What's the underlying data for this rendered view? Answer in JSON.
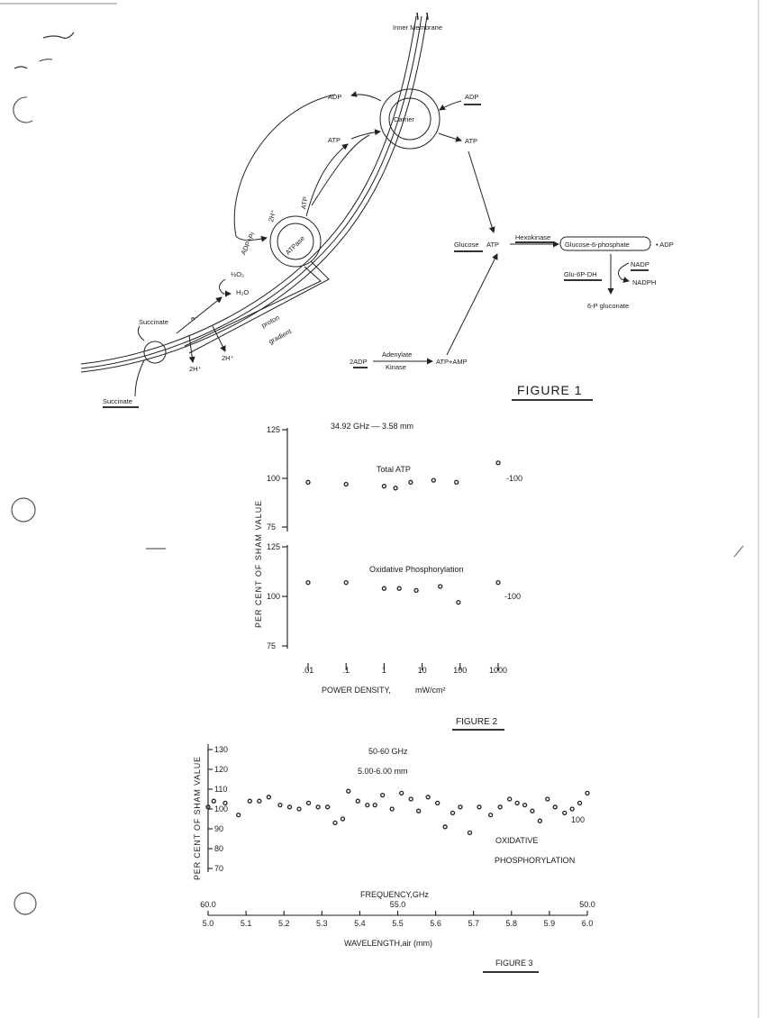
{
  "figure1": {
    "caption": "FIGURE 1",
    "labels": {
      "inner_membrane": "Inner Membrane",
      "carrier": "Carrier",
      "adp_out": "ADP",
      "adp_in": "ADP",
      "atp_left": "ATP",
      "atp_right": "ATP",
      "atpase": "ATPase",
      "atp_vertical": "ATP",
      "two_h_plus_top": "2H⁺",
      "adp_pi": "ADP+Pi",
      "half_o2": "½O₂",
      "h2o": "H₂O",
      "succinate_top": "Succinate",
      "succinate_bottom": "Succinate",
      "electron": "e⁻",
      "two_h_plus_a": "2H⁺",
      "two_h_plus_b": "2H⁺",
      "proton": "proton",
      "gradient": "gradient",
      "glucose": "Glucose",
      "glucose_atp": "ATP",
      "hexokinase": "Hexokinase",
      "glucose6p": "Glucose-6-phosphate",
      "adp_product": "• ADP",
      "nadp": "NADP",
      "nadph": "NADPH",
      "g6pdh": "Glu-6P-DH",
      "gluconate": "6-P gluconate",
      "two_adp": "2ADP",
      "adenylate": "Adenylate",
      "kinase": "Kinase",
      "atp_amp": "ATP+AMP"
    }
  },
  "figure2": {
    "caption": "FIGURE 2",
    "header": "34.92 GHz — 3.58 mm",
    "ylabel": "PER CENT OF SHAM VALUE",
    "xlabel": "POWER DENSITY,",
    "xunit": "mW/cm²",
    "panel_top_label": "Total ATP",
    "panel_bottom_label": "Oxidative Phosphorylation",
    "ref_label_top": "100",
    "ref_label_bottom": "100",
    "yticks_top": [
      "125",
      "100",
      "75"
    ],
    "yticks_bottom": [
      "125",
      "100",
      "75"
    ],
    "xticks": [
      ".01",
      ".1",
      "1",
      "10",
      "100",
      "1000"
    ]
  },
  "figure3": {
    "caption": "FIGURE 3",
    "header_line1": "50-60  GHz",
    "header_line2": "5.00-6.00  mm",
    "ylabel": "PER CENT OF SHAM VALUE",
    "yticks": [
      "130",
      "120",
      "110",
      "100",
      "90",
      "80",
      "70"
    ],
    "ref_label": "100",
    "series_label_line1": "OXIDATIVE",
    "series_label_line2": "PHOSPHORYLATION",
    "freq_title": "FREQUENCY,GHz",
    "freq_ticks": [
      "60.0",
      "55.0",
      "50.0"
    ],
    "wl_ticks": [
      "5.0",
      "5.1",
      "5.2",
      "5.3",
      "5.4",
      "5.5",
      "5.6",
      "5.7",
      "5.8",
      "5.9",
      "6.0"
    ],
    "wl_title": "WAVELENGTH,air (mm)"
  },
  "chart_data": [
    {
      "type": "scatter",
      "x_scale": "log",
      "x": [
        0.01,
        0.1,
        1,
        2,
        5,
        20,
        80,
        1000
      ],
      "y": [
        98,
        97,
        96,
        95,
        98,
        99,
        98,
        108
      ],
      "xlim": [
        0.005,
        2000
      ],
      "ylim": [
        75,
        125
      ],
      "xlabel": "POWER DENSITY, mW/cm²",
      "ylabel": "PER CENT OF SHAM VALUE",
      "title": "34.92 GHz — 3.58 mm",
      "series": [
        {
          "name": "Total ATP"
        }
      ]
    },
    {
      "type": "scatter",
      "x_scale": "log",
      "x": [
        0.01,
        0.1,
        1,
        2.5,
        7,
        30,
        90,
        1000
      ],
      "y": [
        107,
        107,
        104,
        104,
        103,
        105,
        97,
        107
      ],
      "xlim": [
        0.005,
        2000
      ],
      "ylim": [
        75,
        125
      ],
      "xlabel": "POWER DENSITY, mW/cm²",
      "ylabel": "PER CENT OF SHAM VALUE",
      "series": [
        {
          "name": "Oxidative Phosphorylation"
        }
      ]
    },
    {
      "type": "scatter",
      "x": [
        5.0,
        5.015,
        5.045,
        5.08,
        5.11,
        5.135,
        5.16,
        5.19,
        5.215,
        5.24,
        5.265,
        5.29,
        5.315,
        5.335,
        5.355,
        5.37,
        5.395,
        5.42,
        5.44,
        5.46,
        5.485,
        5.51,
        5.535,
        5.555,
        5.58,
        5.605,
        5.625,
        5.645,
        5.665,
        5.69,
        5.715,
        5.745,
        5.77,
        5.795,
        5.815,
        5.835,
        5.855,
        5.875,
        5.895,
        5.915,
        5.94,
        5.96,
        5.98,
        6.0
      ],
      "y": [
        101,
        104,
        103,
        97,
        104,
        104,
        106,
        102,
        101,
        100,
        103,
        101,
        101,
        93,
        95,
        109,
        104,
        102,
        102,
        107,
        100,
        108,
        105,
        99,
        106,
        103,
        91,
        98,
        101,
        88,
        101,
        97,
        101,
        105,
        103,
        102,
        99,
        94,
        105,
        101,
        98,
        100,
        103,
        108
      ],
      "xlim": [
        5.0,
        6.0
      ],
      "ylim": [
        70,
        130
      ],
      "xlabel": "WAVELENGTH,air (mm)",
      "ylabel": "PER CENT OF SHAM VALUE",
      "title": "50-60  GHz",
      "subtitle": "5.00-6.00  mm",
      "series": [
        {
          "name": "OXIDATIVE PHOSPHORYLATION"
        }
      ]
    }
  ]
}
